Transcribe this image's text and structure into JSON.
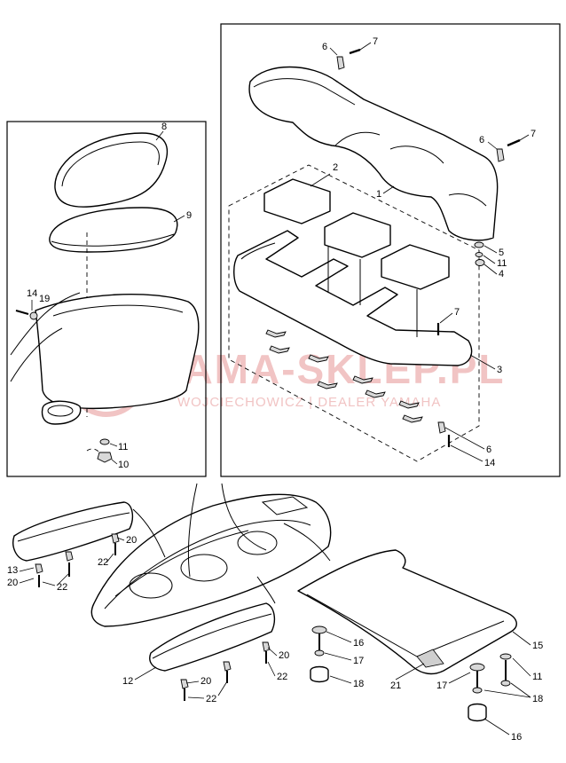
{
  "watermark": {
    "brand": "YAMA-SKLEP.PL",
    "dealer": "WOJCIECHOWICZ | DEALER YAMAHA"
  },
  "callouts": [
    "1",
    "2",
    "3",
    "4",
    "5",
    "6",
    "6",
    "6",
    "7",
    "7",
    "7",
    "8",
    "9",
    "10",
    "11",
    "11",
    "11",
    "12",
    "13",
    "14",
    "14",
    "15",
    "16",
    "16",
    "17",
    "17",
    "18",
    "18",
    "19",
    "20",
    "20",
    "20",
    "20",
    "21",
    "22",
    "22",
    "22",
    "22"
  ]
}
